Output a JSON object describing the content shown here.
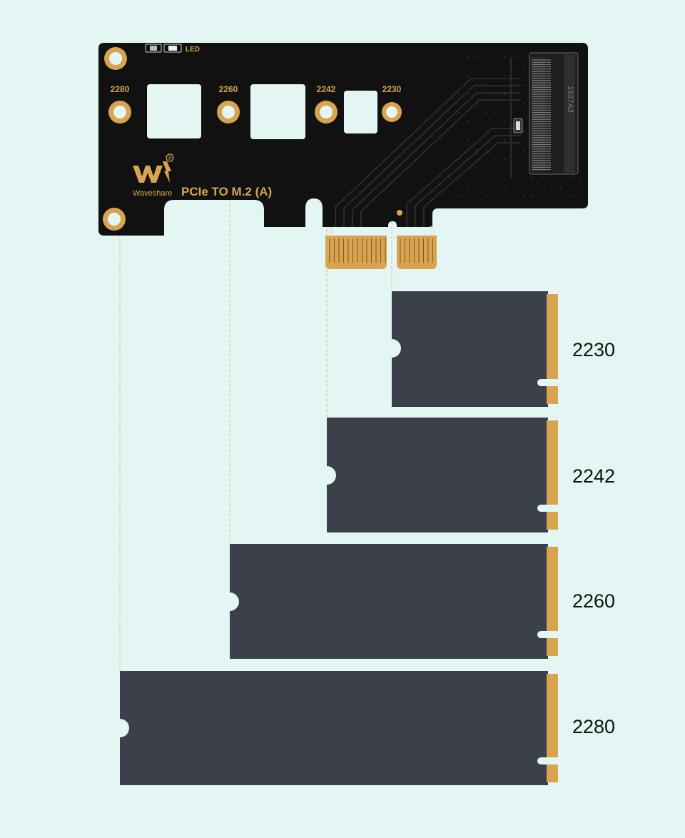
{
  "board": {
    "led_label": "LED",
    "brand": "Waveshare",
    "registered_mark": "®",
    "title": "PCIe TO M.2 (A)",
    "pin_b1": "B1",
    "pin_b18": "B18",
    "slot_marking": "1937A3",
    "hole_labels": [
      "2280",
      "2260",
      "2242",
      "2230"
    ]
  },
  "cards": [
    {
      "label": "2230"
    },
    {
      "label": "2242"
    },
    {
      "label": "2260"
    },
    {
      "label": "2280"
    }
  ],
  "colors": {
    "background": "#e3f6f3",
    "pcb": "#111111",
    "gold": "#d9a44f",
    "ssd": "#3c404a",
    "guide_line": "#e0c27a"
  }
}
